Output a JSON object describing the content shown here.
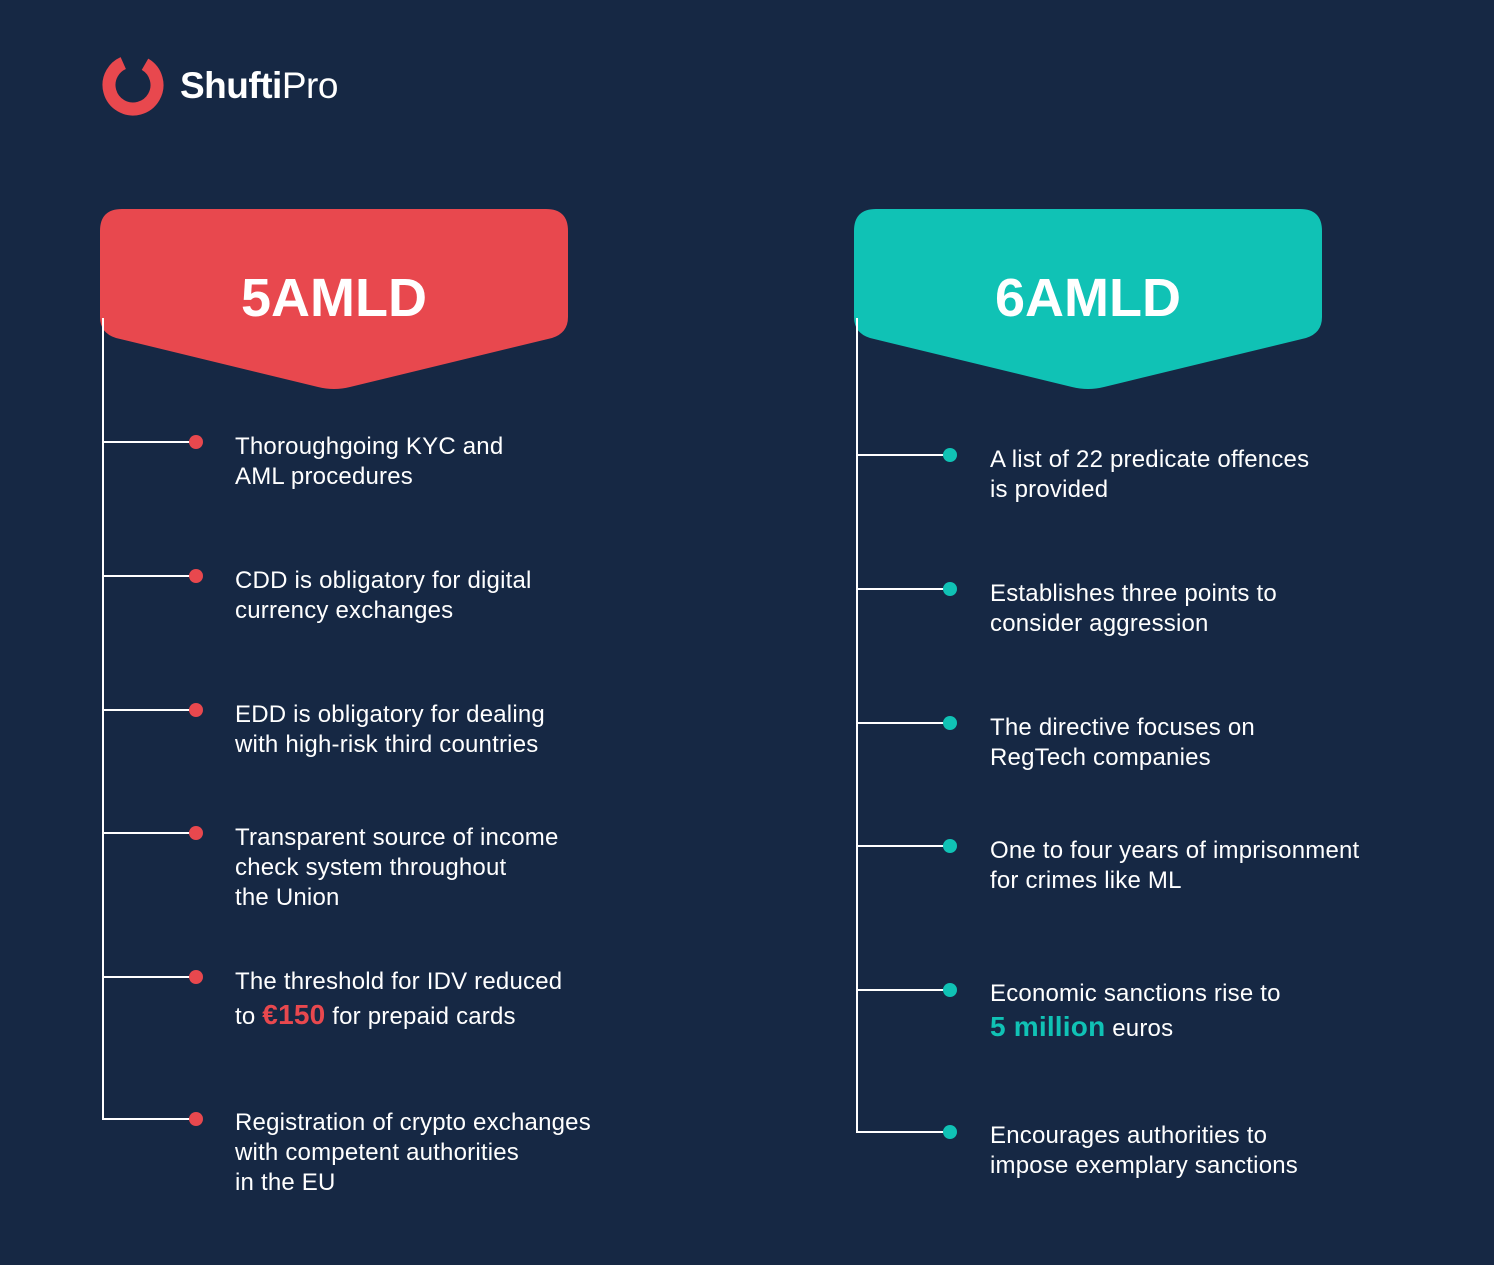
{
  "brand": {
    "name_part1": "Shufti",
    "name_part2": "Pro",
    "colors": {
      "background": "#162844",
      "red": "#E8484E",
      "teal": "#10C2B5"
    },
    "logo_icon": "ring-logo-icon"
  },
  "left": {
    "title": "5AMLD",
    "items": [
      {
        "lines": [
          "Thoroughgoing KYC and",
          "AML procedures"
        ]
      },
      {
        "lines": [
          "CDD is obligatory for digital",
          "currency exchanges"
        ]
      },
      {
        "lines": [
          "EDD is obligatory for dealing",
          "with high-risk third countries"
        ]
      },
      {
        "lines": [
          "Transparent source of income",
          "check system throughout",
          "the Union"
        ]
      },
      {
        "line1": "The threshold for IDV reduced",
        "line2_pre": "to ",
        "line2_highlight": "€150",
        "line2_post": " for prepaid cards"
      },
      {
        "lines": [
          "Registration of crypto exchanges",
          "with competent authorities",
          "in the EU"
        ]
      }
    ]
  },
  "right": {
    "title": "6AMLD",
    "items": [
      {
        "lines": [
          "A list of 22 predicate offences",
          "is provided"
        ]
      },
      {
        "lines": [
          "Establishes three points to",
          "consider aggression"
        ]
      },
      {
        "lines": [
          "The directive focuses on",
          "RegTech companies"
        ]
      },
      {
        "lines": [
          "One to four years of imprisonment",
          "for crimes like ML"
        ]
      },
      {
        "line1": "Economic sanctions rise to",
        "line2_pre": "",
        "line2_highlight": "5 million",
        "line2_post": " euros"
      },
      {
        "lines": [
          "Encourages authorities to",
          "impose exemplary sanctions"
        ]
      }
    ]
  }
}
